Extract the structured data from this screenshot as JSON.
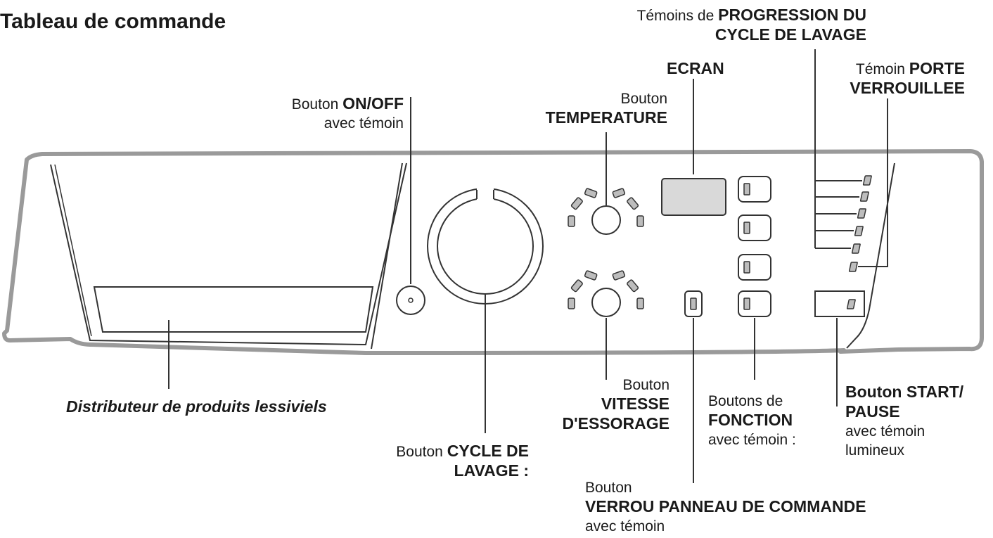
{
  "title": "Tableau de commande",
  "colors": {
    "panel_outline": "#9a9a9a",
    "lines": "#333333",
    "indicator_fill": "#bdbdbd",
    "screen_fill": "#d9d9d9"
  },
  "labels": {
    "progression": {
      "prefix": "Témoins de ",
      "bold1": "PROGRESSION DU",
      "bold2": "CYCLE DE LAVAGE"
    },
    "porte": {
      "prefix": "Témoin ",
      "bold1": "PORTE",
      "bold2": "VERROUILLEE"
    },
    "ecran": {
      "bold": "ECRAN"
    },
    "temperature": {
      "line1": "Bouton",
      "bold": "TEMPERATURE"
    },
    "onoff": {
      "prefix": "Bouton ",
      "bold": "ON/OFF",
      "line2": "avec témoin"
    },
    "distributeur": {
      "text": "Distributeur de produits lessiviels"
    },
    "cycle": {
      "prefix": "Bouton ",
      "bold1": "CYCLE DE",
      "bold2": "LAVAGE :"
    },
    "vitesse": {
      "line1": "Bouton",
      "bold1": "VITESSE",
      "bold2": "D'ESSORAGE"
    },
    "fonction": {
      "line1": "Boutons de",
      "bold": "FONCTION",
      "line3": "avec témoin :"
    },
    "verrou": {
      "line1": "Bouton",
      "bold": "VERROU PANNEAU DE COMMANDE",
      "line3": "avec témoin"
    },
    "start": {
      "bold1": "Bouton START/",
      "bold2": "PAUSE",
      "line3": "avec témoin",
      "line4": "lumineux"
    }
  }
}
